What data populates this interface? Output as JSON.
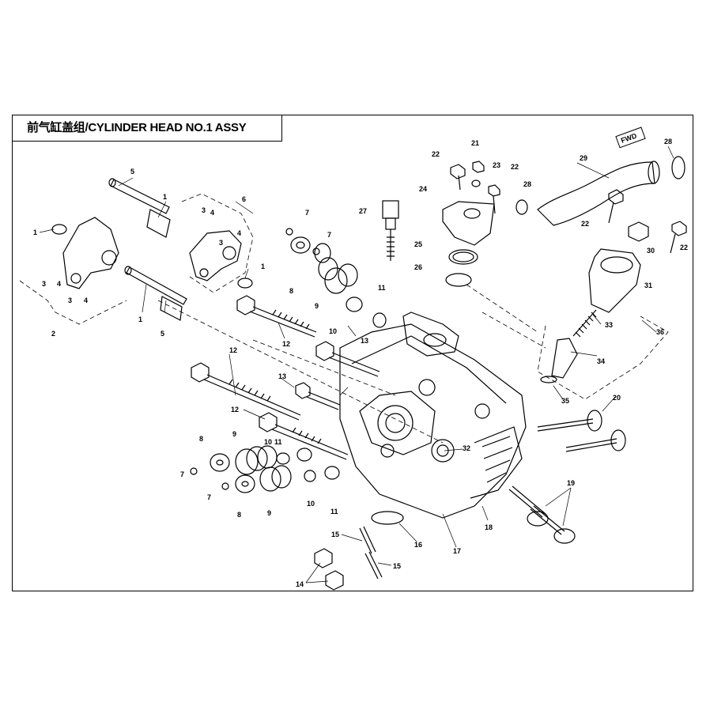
{
  "title": "前气缸盖组/CYLINDER HEAD NO.1 ASSY",
  "fwd_label": "FWD",
  "part_callouts": [
    {
      "num": "1"
    },
    {
      "num": "1"
    },
    {
      "num": "1"
    },
    {
      "num": "1"
    },
    {
      "num": "2"
    },
    {
      "num": "3"
    },
    {
      "num": "3"
    },
    {
      "num": "3"
    },
    {
      "num": "3"
    },
    {
      "num": "4"
    },
    {
      "num": "4"
    },
    {
      "num": "4"
    },
    {
      "num": "4"
    },
    {
      "num": "5"
    },
    {
      "num": "5"
    },
    {
      "num": "6"
    },
    {
      "num": "7"
    },
    {
      "num": "7"
    },
    {
      "num": "7"
    },
    {
      "num": "7"
    },
    {
      "num": "8"
    },
    {
      "num": "8"
    },
    {
      "num": "8"
    },
    {
      "num": "9"
    },
    {
      "num": "9"
    },
    {
      "num": "9"
    },
    {
      "num": "10"
    },
    {
      "num": "10"
    },
    {
      "num": "10"
    },
    {
      "num": "11"
    },
    {
      "num": "11"
    },
    {
      "num": "11"
    },
    {
      "num": "12"
    },
    {
      "num": "12"
    },
    {
      "num": "12"
    },
    {
      "num": "13"
    },
    {
      "num": "13"
    },
    {
      "num": "14"
    },
    {
      "num": "15"
    },
    {
      "num": "15"
    },
    {
      "num": "16"
    },
    {
      "num": "17"
    },
    {
      "num": "18"
    },
    {
      "num": "19"
    },
    {
      "num": "20"
    },
    {
      "num": "21"
    },
    {
      "num": "22"
    },
    {
      "num": "22"
    },
    {
      "num": "22"
    },
    {
      "num": "22"
    },
    {
      "num": "23"
    },
    {
      "num": "24"
    },
    {
      "num": "25"
    },
    {
      "num": "26"
    },
    {
      "num": "27"
    },
    {
      "num": "28"
    },
    {
      "num": "28"
    },
    {
      "num": "29"
    },
    {
      "num": "30"
    },
    {
      "num": "31"
    },
    {
      "num": "32"
    },
    {
      "num": "33"
    },
    {
      "num": "34"
    },
    {
      "num": "35"
    },
    {
      "num": "36"
    }
  ]
}
